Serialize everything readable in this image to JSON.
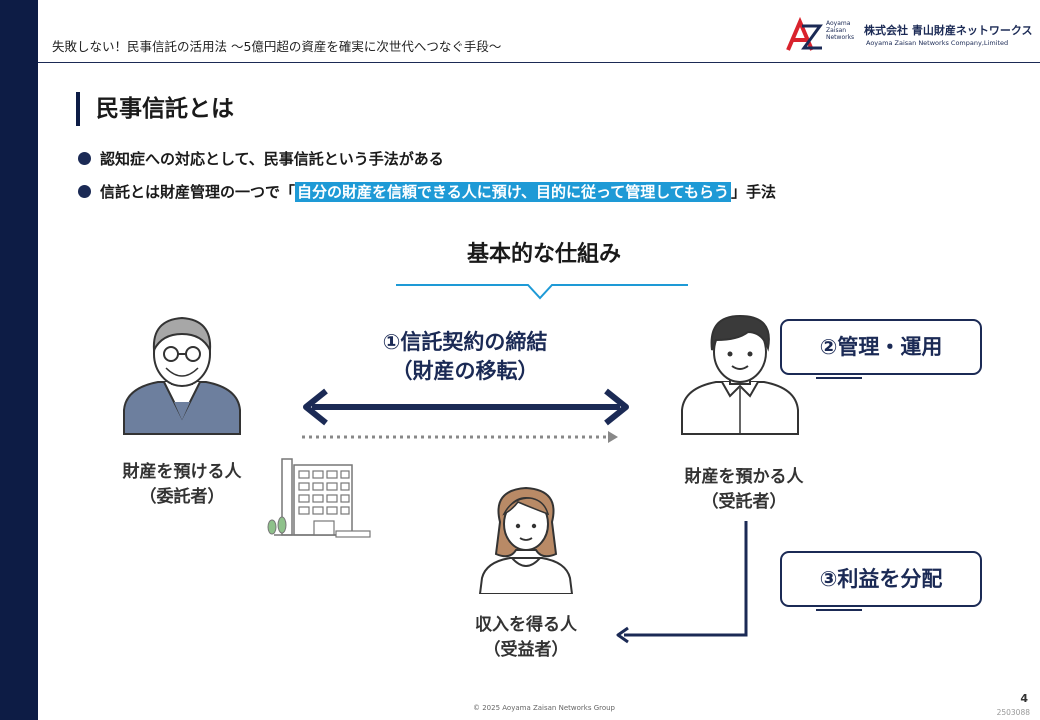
{
  "header": {
    "title": "失敗しない！民事信託の活用法 〜5億円超の資産を確実に次世代へつなぐ手段〜",
    "logo_sub": "Aoyama\nZaisan\nNetworks",
    "company_jp": "株式会社 青山財産ネットワークス",
    "company_en": "Aoyama Zaisan Networks Company,Limited"
  },
  "section": {
    "title": "民事信託とは"
  },
  "bullets": {
    "b1": "認知症への対応として、民事信託という手法がある",
    "b2_before": "信託とは財産管理の一つで「",
    "b2_highlight": "自分の財産を信頼できる人に預け、目的に従って管理してもらう",
    "b2_after": "」手法"
  },
  "diagram": {
    "title": "基本的な仕組み",
    "contract_line1": "①信託契約の締結",
    "contract_line2": "（財産の移転）",
    "truster_line1": "財産を預ける人",
    "truster_line2": "（委託者）",
    "trustee_line1": "財産を預かる人",
    "trustee_line2": "（受託者）",
    "beneficiary_line1": "収入を得る人",
    "beneficiary_line2": "（受益者）",
    "box_manage": "②管理・運用",
    "box_distribute": "③利益を分配"
  },
  "colors": {
    "navy": "#1b2a55",
    "sidebar": "#0d1c45",
    "accent_blue": "#1e9ad6",
    "logo_red": "#d9232d"
  },
  "footer": {
    "copyright": "© 2025 Aoyama Zaisan Networks Group",
    "page": "4",
    "code": "2503088"
  }
}
